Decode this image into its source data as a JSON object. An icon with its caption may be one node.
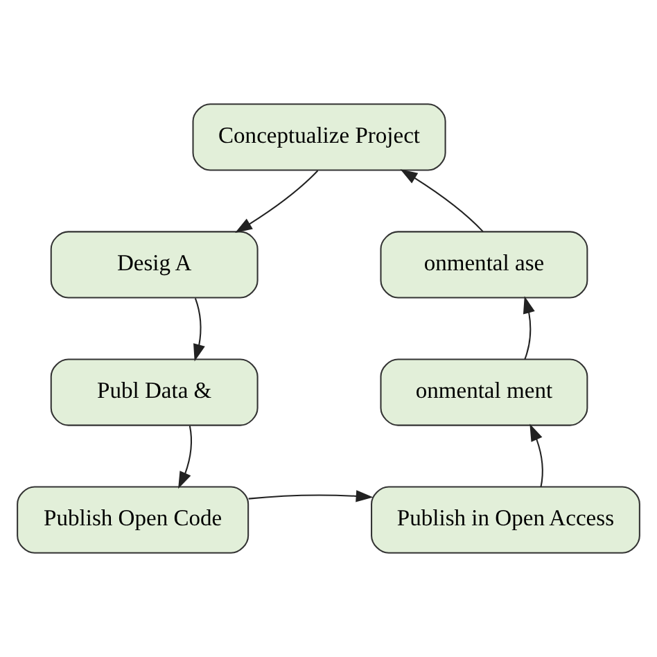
{
  "diagram": {
    "nodes": [
      {
        "text": [
          "Conceptualize Project"
        ]
      },
      {
        "text": [
          "Desig A"
        ]
      },
      {
        "text": [
          "Publ Data &"
        ]
      },
      {
        "text": [
          "Publish Open Code"
        ]
      },
      {
        "text": [
          "Publish in Open Access"
        ]
      },
      {
        "text": [
          "onmental ment"
        ]
      },
      {
        "text": [
          "onmental ase"
        ]
      }
    ],
    "edges": [
      {
        "from": 0,
        "to": 1,
        "arrow": "to"
      },
      {
        "from": 1,
        "to": 2,
        "arrow": "to"
      },
      {
        "from": 2,
        "to": 3,
        "arrow": "to"
      },
      {
        "from": 3,
        "to": 4,
        "arrow": "to"
      },
      {
        "from": 4,
        "to": 5,
        "arrow": "to"
      },
      {
        "from": 5,
        "to": 6,
        "arrow": "to"
      },
      {
        "from": 6,
        "to": 0,
        "arrow": "to"
      }
    ]
  }
}
